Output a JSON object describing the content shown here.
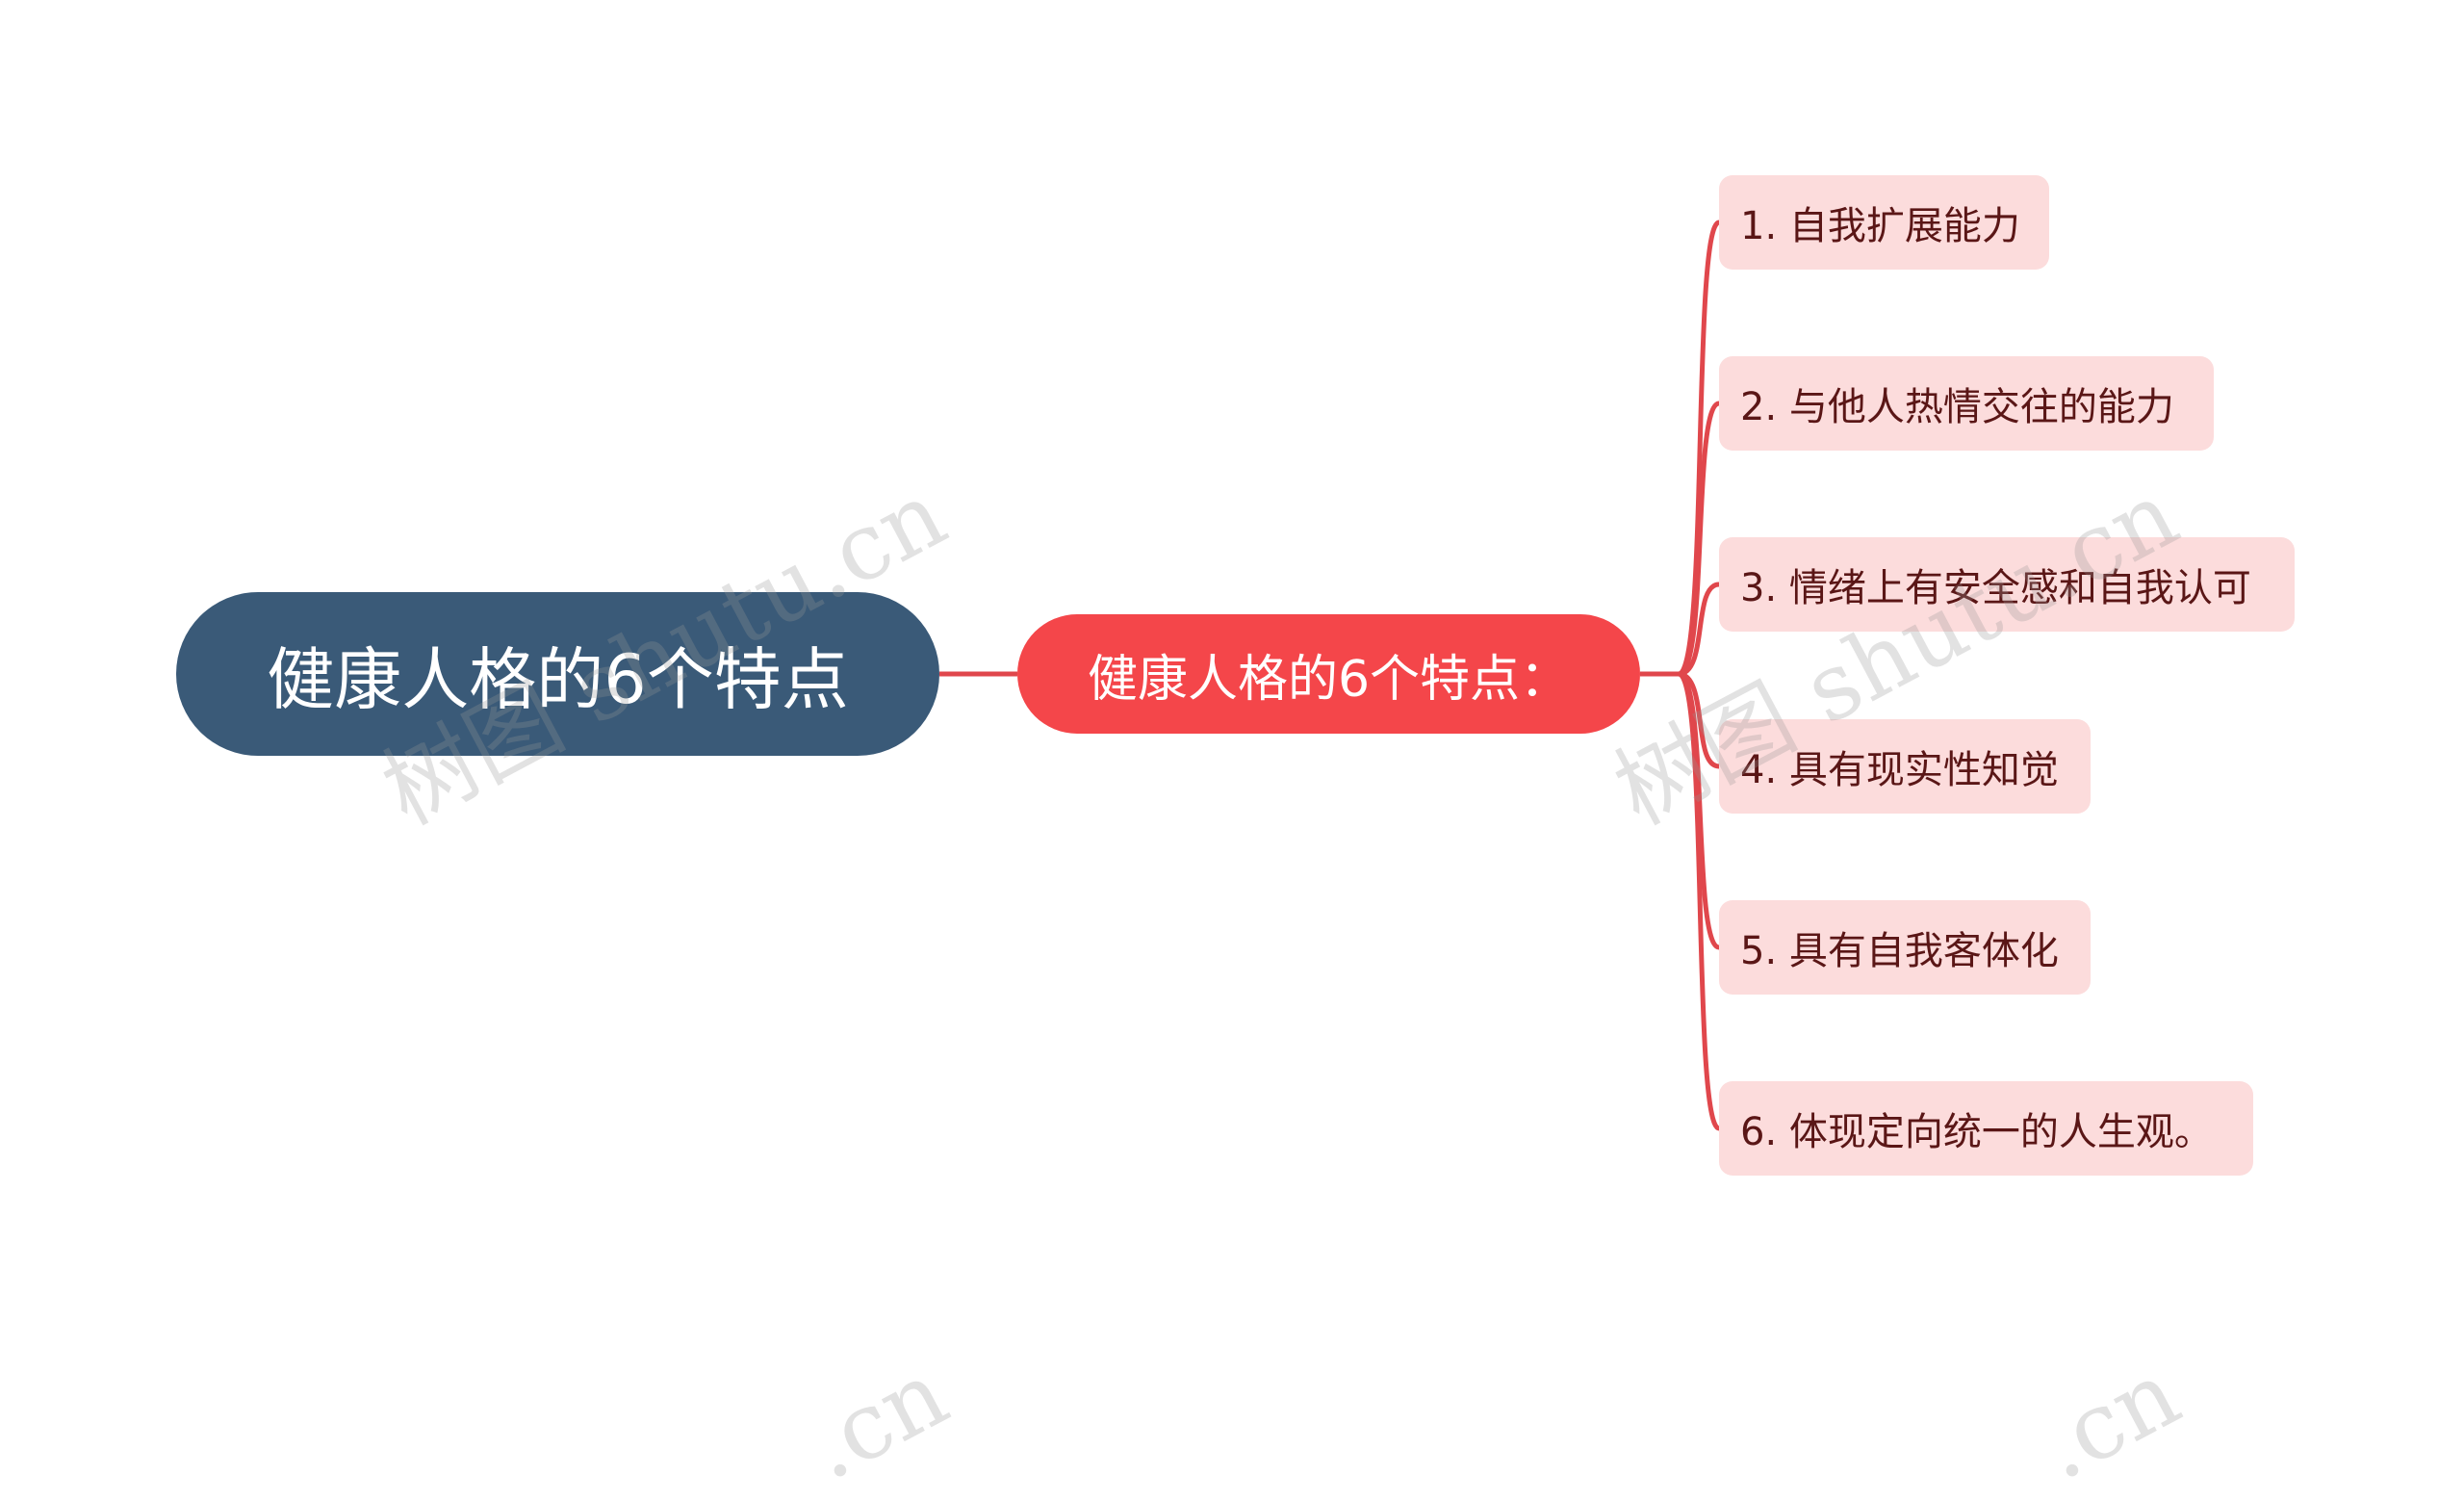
{
  "root": {
    "label": "健康人格的6个特点"
  },
  "branch": {
    "label": "健康人格的6个特点："
  },
  "leaves": [
    {
      "label": "1. 自我扩展能力"
    },
    {
      "label": "2. 与他人热情交往的能力"
    },
    {
      "label": "3. 情绪上有安全感和自我认可"
    },
    {
      "label": "4. 具有现实性知觉"
    },
    {
      "label": "5. 具有自我客体化"
    },
    {
      "label": "6. 体现定向统一的人生观。"
    }
  ],
  "watermark": {
    "text": "树图 shutu.cn",
    "partial_text": ".cn"
  },
  "colors": {
    "root_fill": "#3a5a78",
    "branch_fill": "#f4464a",
    "leaf_fill": "#fcdcdc",
    "connector": "#e0474c",
    "leaf_text": "#5a1616"
  }
}
